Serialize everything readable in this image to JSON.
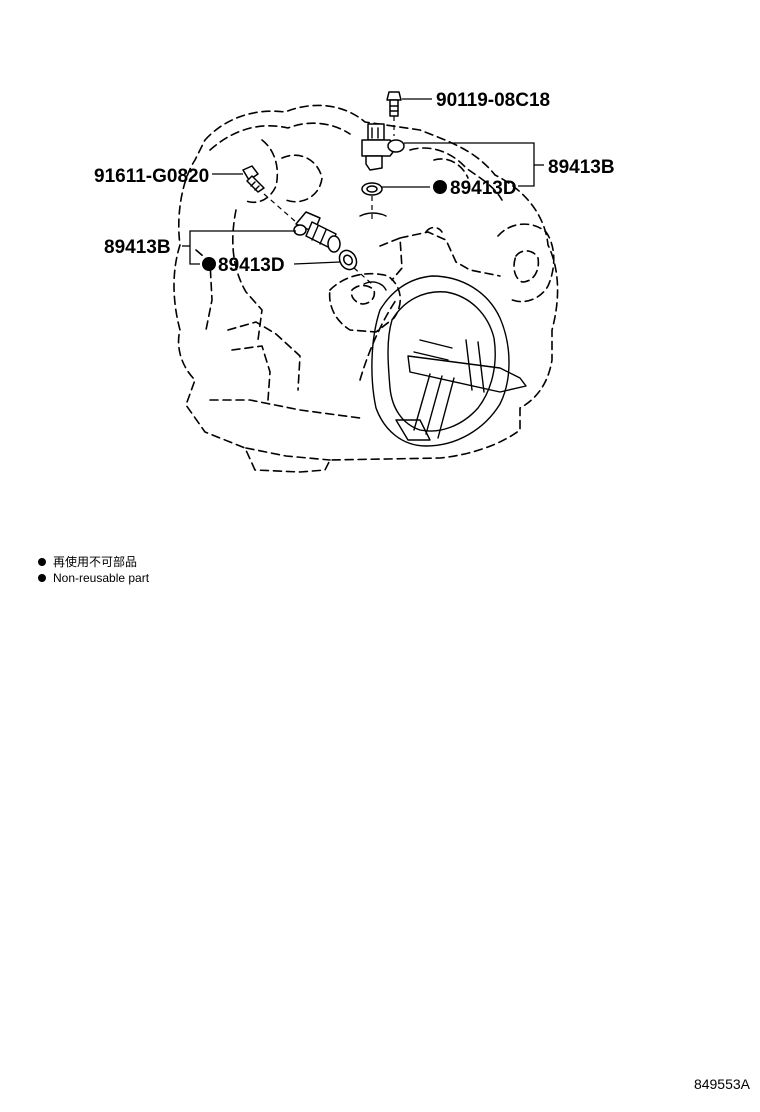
{
  "callouts": {
    "bolt_top": "90119-08C18",
    "bolt_left": "91611-G0820",
    "sensor_right": "89413B",
    "ring_right": "89413D",
    "sensor_left": "89413B",
    "ring_left": "89413D"
  },
  "legend": {
    "jp": "再使用不可部品",
    "en": "Non-reusable part"
  },
  "figure_code": "849553A"
}
